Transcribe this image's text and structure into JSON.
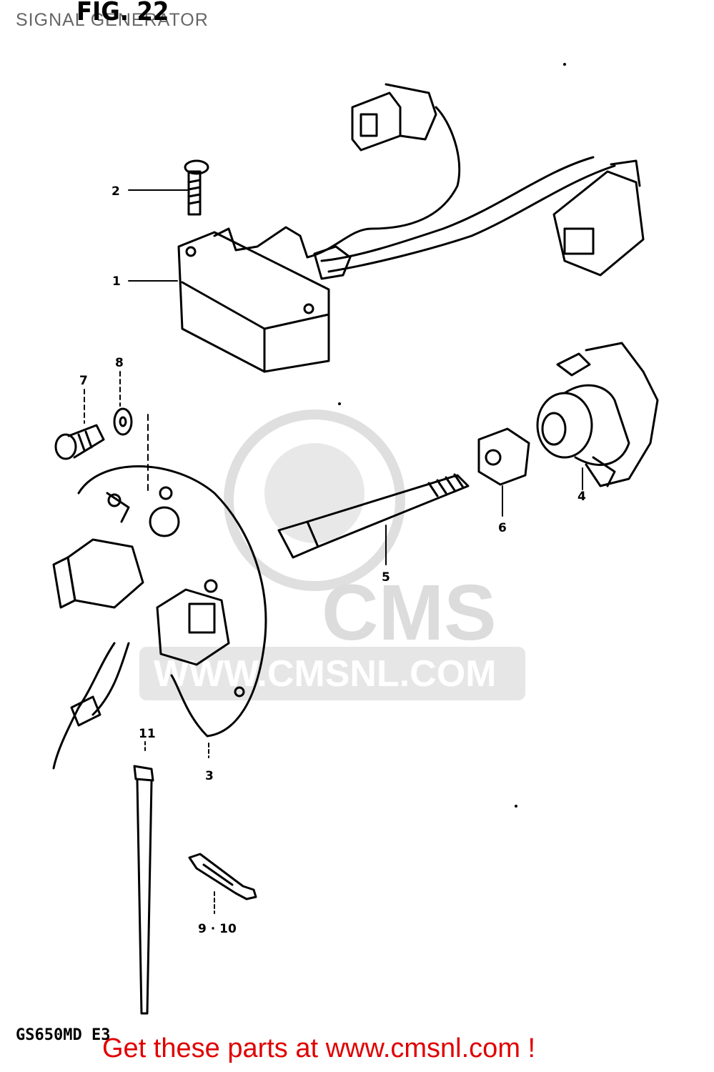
{
  "header": {
    "title": "SIGNAL GENERATOR",
    "figure_label": "FIG. 22"
  },
  "diagram": {
    "callouts": [
      {
        "id": "1",
        "label": "1"
      },
      {
        "id": "2",
        "label": "2"
      },
      {
        "id": "3",
        "label": "3"
      },
      {
        "id": "4",
        "label": "4"
      },
      {
        "id": "5",
        "label": "5"
      },
      {
        "id": "6",
        "label": "6"
      },
      {
        "id": "7",
        "label": "7"
      },
      {
        "id": "8",
        "label": "8"
      },
      {
        "id": "9-10",
        "label": "9 · 10"
      },
      {
        "id": "11",
        "label": "11"
      }
    ],
    "model_code": "GS650MD E3"
  },
  "watermark": {
    "brand": "CMS",
    "url": "WWW.CMSNL.COM"
  },
  "footer": {
    "cta_text": "Get these parts at www.cmsnl.com !",
    "cta_color": "#e00000"
  }
}
